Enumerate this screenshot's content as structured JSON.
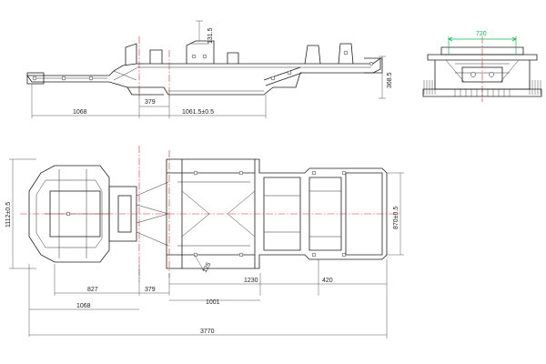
{
  "side_view": {
    "dims": {
      "height_top": "131.5",
      "height_total": "368.5",
      "front_overhang": "1068",
      "tow_offset": "379",
      "wheelbase_front": "1061.5±0.5"
    }
  },
  "end_view": {
    "dims": {
      "track_width": "720"
    }
  },
  "plan_view": {
    "dims": {
      "left_height": "1112±0.5",
      "right_height": "870±0.5",
      "front_width": "827",
      "offset_379": "379",
      "overhang_1068": "1068",
      "span_1001": "1001",
      "span_1230": "1230",
      "span_420": "420",
      "overall_length": "3770",
      "angle": "125"
    }
  },
  "colors": {
    "centerline": "#e0282a",
    "dimension_highlight": "#12b84a",
    "linework": "#1e1e1e"
  }
}
